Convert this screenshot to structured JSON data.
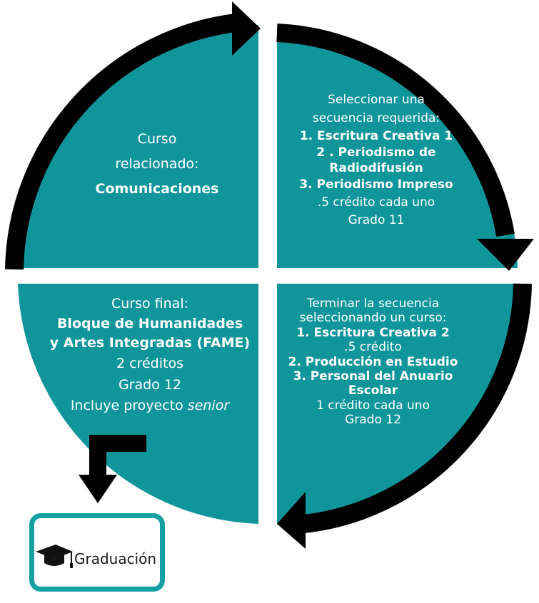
{
  "colors": {
    "teal": "#10959b",
    "arrow": "#000000",
    "box_border": "#15a1a3",
    "text": "#ffffff"
  },
  "top_left": {
    "line1": "Curso",
    "line2": "relacionado:",
    "line3": "Comunicaciones"
  },
  "top_right": {
    "intro1": "Seleccionar una",
    "intro2": "secuencia requerida:",
    "item1": "1. Escritura Creativa 1",
    "item2a": "2 . Periodismo de",
    "item2b": "Radiodifusión",
    "item3": "3. Periodismo Impreso",
    "credit": ".5 crédito cada uno",
    "grade": "Grado 11"
  },
  "bottom_left": {
    "heading": "Curso final:",
    "title1": "Bloque de Humanidades",
    "title2": "y Artes Integradas (FAME)",
    "credits": "2 créditos",
    "grade": "Grado 12",
    "project_prefix": "Incluye proyecto ",
    "project_emph": "senior"
  },
  "bottom_right": {
    "intro1": "Terminar la secuencia",
    "intro2": "seleccionando un curso:",
    "item1": "1. Escritura Creativa 2",
    "item1_credit": ".5 crédito",
    "item2": "2. Producción en Estudio",
    "item3a": "3. Personal del Anuario",
    "item3b": "Escolar",
    "credit": "1 crédito cada uno",
    "grade": "Grado 12"
  },
  "graduation": {
    "label": "Graduación",
    "icon": "graduation-cap-icon"
  }
}
